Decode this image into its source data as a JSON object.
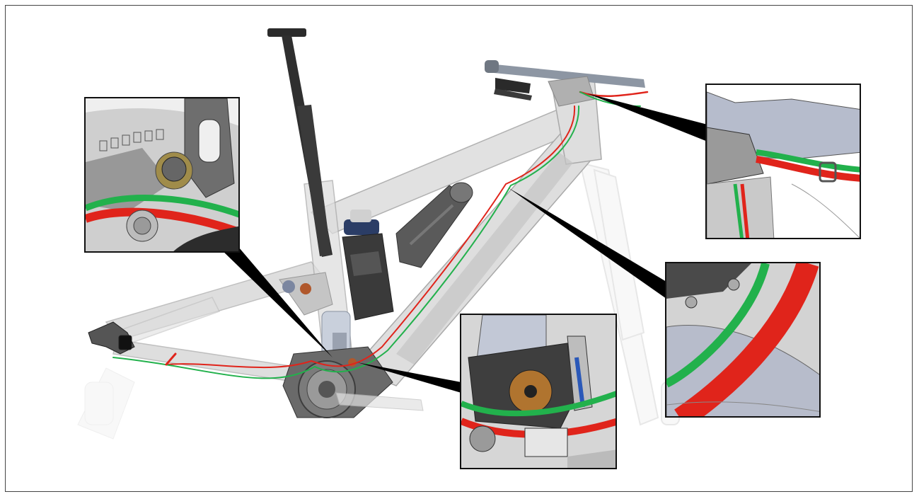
{
  "figure": {
    "background": "#ffffff",
    "frame_color": "#444444",
    "cable_colors": {
      "green": "#22b14c",
      "red": "#e0241b"
    },
    "frame_tint": "#c9c9c9",
    "callouts": [
      {
        "id": "motor-mount",
        "icon": "motor-bolt-detail"
      },
      {
        "id": "cockpit-entry",
        "icon": "headset-cable-entry"
      },
      {
        "id": "downtube-port",
        "icon": "downtube-cable-port"
      },
      {
        "id": "motor-exit",
        "icon": "motor-cable-exit"
      }
    ]
  }
}
